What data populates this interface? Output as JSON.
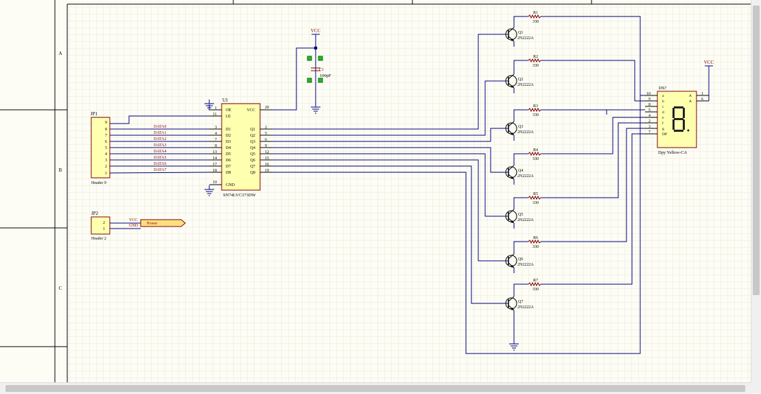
{
  "sheet": {
    "zone_labels": [
      "A",
      "B",
      "C"
    ],
    "power": {
      "vcc": "VCC"
    }
  },
  "cap": {
    "designator": "C1",
    "value": "100pF"
  },
  "u1": {
    "designator": "U1",
    "part": "SN74LVC373DW",
    "pins_left": [
      {
        "num": "1",
        "name": "OE"
      },
      {
        "num": "11",
        "name": "LE"
      },
      {
        "num": "3",
        "name": "D1"
      },
      {
        "num": "4",
        "name": "D2"
      },
      {
        "num": "7",
        "name": "D3"
      },
      {
        "num": "8",
        "name": "D4"
      },
      {
        "num": "13",
        "name": "D5"
      },
      {
        "num": "14",
        "name": "D6"
      },
      {
        "num": "17",
        "name": "D7"
      },
      {
        "num": "18",
        "name": "D8"
      }
    ],
    "pins_right": [
      {
        "num": "2",
        "name": "Q1"
      },
      {
        "num": "5",
        "name": "Q2"
      },
      {
        "num": "6",
        "name": "Q3"
      },
      {
        "num": "9",
        "name": "Q4"
      },
      {
        "num": "12",
        "name": "Q5"
      },
      {
        "num": "15",
        "name": "Q6"
      },
      {
        "num": "16",
        "name": "Q7"
      },
      {
        "num": "19",
        "name": "Q8"
      }
    ],
    "vcc_pin": {
      "num": "20",
      "name": "VCC"
    },
    "gnd_pin": {
      "num": "10",
      "name": "GND"
    }
  },
  "jp1": {
    "designator": "JP1",
    "comment": "Header 9",
    "pins": [
      "9",
      "8",
      "7",
      "6",
      "5",
      "4",
      "3",
      "2",
      "1"
    ]
  },
  "data_nets": [
    "DATA0",
    "DATA1",
    "DATA2",
    "DATA3",
    "DATA4",
    "DATA5",
    "DATA6",
    "DATA7"
  ],
  "jp2": {
    "designator": "JP2",
    "comment": "Header 2",
    "pins": [
      "2",
      "1"
    ],
    "nets": [
      "VCC",
      "GND"
    ],
    "port": "Power"
  },
  "resistors": [
    {
      "designator": "R1",
      "value": "330"
    },
    {
      "designator": "R2",
      "value": "330"
    },
    {
      "designator": "R3",
      "value": "330"
    },
    {
      "designator": "R4",
      "value": "330"
    },
    {
      "designator": "R5",
      "value": "330"
    },
    {
      "designator": "R6",
      "value": "330"
    },
    {
      "designator": "R7",
      "value": "330"
    }
  ],
  "transistors": [
    {
      "designator": "Q1",
      "part": "2N2222A"
    },
    {
      "designator": "Q2",
      "part": "2N2222A"
    },
    {
      "designator": "Q3",
      "part": "2N2222A"
    },
    {
      "designator": "Q4",
      "part": "2N2222A"
    },
    {
      "designator": "Q5",
      "part": "2N2222A"
    },
    {
      "designator": "Q6",
      "part": "2N2222A"
    },
    {
      "designator": "Q7",
      "part": "2N2222A"
    }
  ],
  "ds7": {
    "designator": "DS?",
    "comment": "Dpy Yellow-CA",
    "pins_left": [
      {
        "num": "10",
        "name": "a"
      },
      {
        "num": "9",
        "name": "b"
      },
      {
        "num": "8",
        "name": "c"
      },
      {
        "num": "5",
        "name": "d"
      },
      {
        "num": "4",
        "name": "e"
      },
      {
        "num": "2",
        "name": "f"
      },
      {
        "num": "3",
        "name": "g"
      },
      {
        "num": "7",
        "name": "DP"
      }
    ],
    "pins_right": [
      {
        "num": "1",
        "name": "A"
      },
      {
        "num": "6",
        "name": "A"
      }
    ]
  },
  "colors": {
    "wire": "#000080",
    "component": "#800000",
    "body": "#ffffb0",
    "grid": "#e6e6d6",
    "background": "#fdfdf6",
    "port_fill": "#ffe080",
    "cap_pad": "#22bb22"
  }
}
